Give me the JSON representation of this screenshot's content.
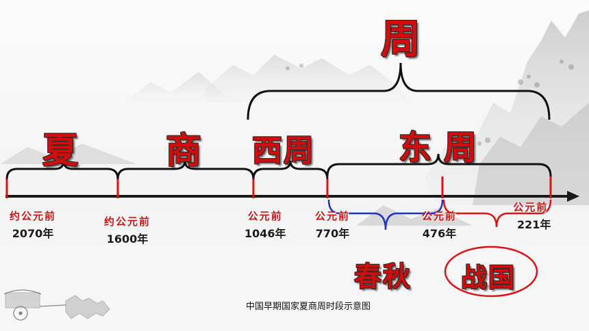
{
  "dynasties": {
    "xia": "夏",
    "shang": "商",
    "zhou": "周",
    "western_zhou": "西周",
    "eastern_zhou": "东周",
    "spring_autumn": "春秋",
    "warring_states": "战国"
  },
  "dates": {
    "d2070": {
      "prefix": "约公元前",
      "year": "2070年"
    },
    "d1600": {
      "prefix": "约公元前",
      "year": "1600年"
    },
    "d1046": {
      "prefix": "公元前",
      "year": "1046年"
    },
    "d770": {
      "prefix": "公元前",
      "year": "770年"
    },
    "d476": {
      "prefix": "公元前",
      "year": "476年"
    },
    "d221": {
      "prefix": "公元前",
      "year": "221年"
    }
  },
  "caption": "中国早期国家夏商周时段示意图",
  "colors": {
    "accent_red": "#d10d0d",
    "axis": "#1a1a1a",
    "spring_autumn_brace": "#2233cc",
    "warring_states_brace": "#dd1111"
  },
  "icons": {
    "chariot": "chariot-icon"
  }
}
